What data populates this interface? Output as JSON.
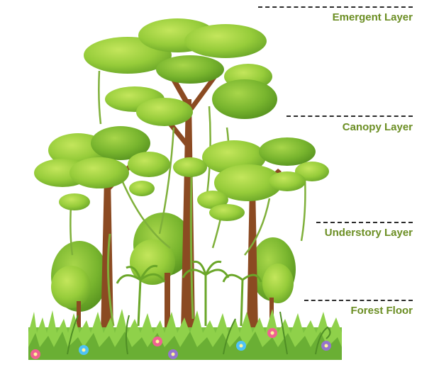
{
  "layers": [
    {
      "id": "emergent",
      "label": "Emergent Layer"
    },
    {
      "id": "canopy",
      "label": "Canopy Layer"
    },
    {
      "id": "understory",
      "label": "Understory Layer"
    },
    {
      "id": "floor",
      "label": "Forest Floor"
    }
  ],
  "colors": {
    "label": "#6b8e23",
    "leaf_light": "#a6d63a",
    "leaf_mid": "#8cc63f",
    "leaf_dark": "#5f9a22",
    "trunk": "#8b4a22",
    "vine": "#7fb03a",
    "grass": "#7dc241",
    "flower_pink": "#f06292",
    "flower_blue": "#4fc3f7",
    "flower_purple": "#9575cd"
  },
  "icons": [
    "tree-illustration",
    "vine",
    "fern",
    "flower"
  ]
}
